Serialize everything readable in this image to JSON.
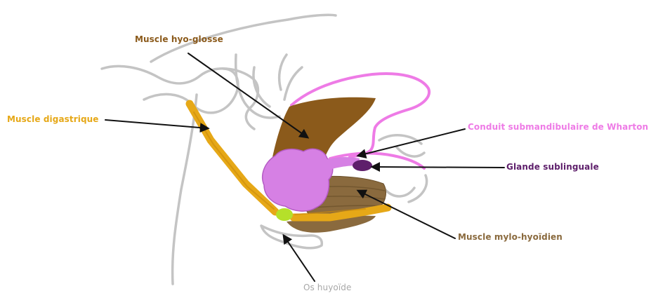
{
  "labels": {
    "hyoglosse": "Muscle hyo-glosse",
    "digastrique": "Muscle  digastrique",
    "wharton": "Conduit submandibulaire de Wharton",
    "sublinguale": "Glande sublinguale",
    "mylo_hyoidien": "Muscle mylo-hyoïdien",
    "os_hyoide": "Os huyoïde"
  },
  "colors": {
    "outline": "#c4c4c4",
    "hyoglosse": "#8b5a1b",
    "digastrique": "#e6a817",
    "wharton": "#ee7be6",
    "sublinguale": "#5e1f6b",
    "mylo_hyoidien": "#8a6a3e",
    "os_hyoide": "#a8a8a8",
    "tendon": "#b5e02a",
    "gland": "#d680e4",
    "arrow": "#111111"
  }
}
